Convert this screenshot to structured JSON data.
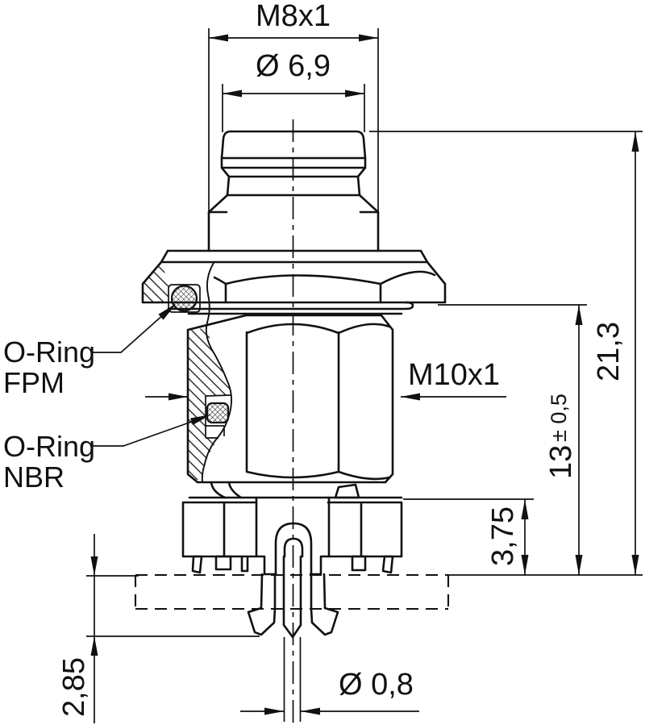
{
  "dimensions": {
    "thread_top": "M8x1",
    "dia_plug": "Ø 6,9",
    "thread_body": "M10x1",
    "height_total": "21,3",
    "height_mid_value": "13",
    "height_mid_tolerance": "± 0,5",
    "height_contacts": "3,75",
    "depth_panel": "2,85",
    "dia_pin": "Ø 0,8"
  },
  "labels": {
    "oring_fpm_line1": "O-Ring",
    "oring_fpm_line2": "FPM",
    "oring_nbr_line1": "O-Ring",
    "oring_nbr_line2": "NBR"
  },
  "colors": {
    "line": "#111111",
    "background": "#ffffff"
  }
}
